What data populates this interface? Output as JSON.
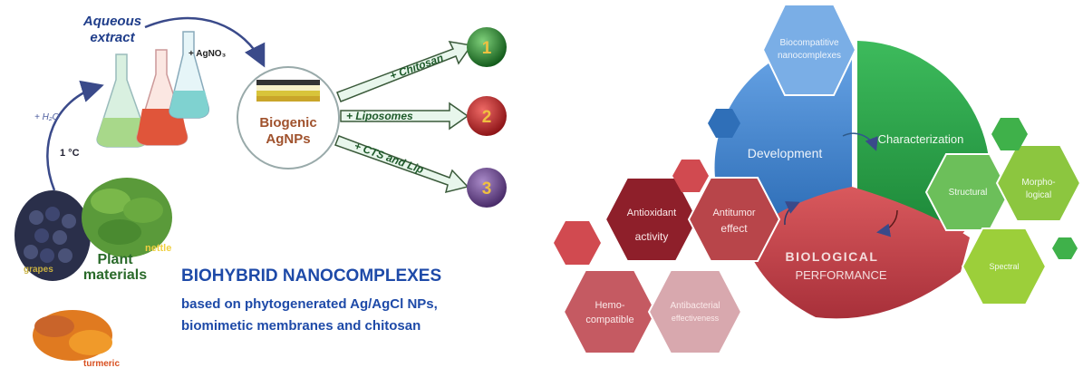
{
  "left": {
    "aqueous_line1": "Aqueous",
    "aqueous_line2": "extract",
    "water_label": "+ H₂O",
    "temp_label": "1 °C",
    "agno3_label": "+ AgNO₃",
    "biogenic_line1": "Biogenic",
    "biogenic_line2": "AgNPs",
    "routes": [
      {
        "label": "+ Chitosan",
        "number": "1",
        "color": "#1e7a2a"
      },
      {
        "label": "+ Liposomes",
        "number": "2",
        "color": "#b8262a"
      },
      {
        "label": "+ CTS and Lip",
        "number": "3",
        "color": "#6e4a8c"
      }
    ],
    "plant_line1": "Plant",
    "plant_line2": "materials",
    "nettle": "nettle",
    "grapes": "grapes",
    "turmeric": "turmeric",
    "headline": "BIOHYBRID NANOCOMPLEXES",
    "subline1": "based on phytogenerated Ag/AgCl NPs,",
    "subline2": "biomimetic membranes and chitosan"
  },
  "right": {
    "biocompatible_line1": "Biocompatitive",
    "biocompatible_line2": "nanocomplexes",
    "development": "Development",
    "characterization": "Characterization",
    "structural": "Structural",
    "morpho_line1": "Morpho-",
    "morpho_line2": "logical",
    "spectral": "Spectral",
    "biological_line1": "BIOLOGICAL",
    "biological_line2": "PERFORMANCE",
    "antioxidant_line1": "Antioxidant",
    "antioxidant_line2": "activity",
    "antitumor_line1": "Antitumor",
    "antitumor_line2": "effect",
    "hemo_line1": "Hemo-",
    "hemo_line2": "compatible",
    "antibacterial_line1": "Antibacterial",
    "antibacterial_line2": "effectiveness",
    "colors": {
      "blue": "#4f8fd6",
      "green": "#2aa84a",
      "red": "#c7454a",
      "dark_red": "#8e1f2a",
      "light_green": "#8cc63f"
    }
  }
}
